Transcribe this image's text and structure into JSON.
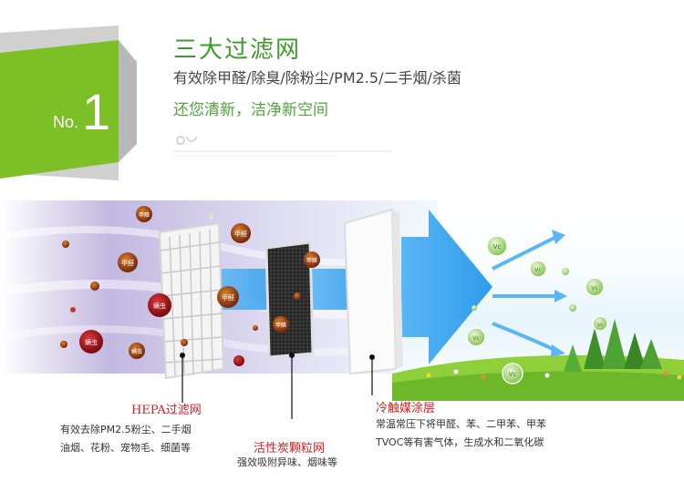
{
  "badge": {
    "prefix": "No.",
    "number": "1"
  },
  "header": {
    "title": "三大过滤网",
    "subtitle": "有效除甲醛/除臭/除粉尘/PM2.5/二手烟/杀菌",
    "slogan": "还您清新，洁净新空间"
  },
  "particles": {
    "formaldehyde": "甲醛",
    "mite": "螨虫"
  },
  "vc_label": "Vc",
  "filters": [
    {
      "title": "HEPA过滤网",
      "lines": [
        "有效去除PM2.5粉尘、二手烟",
        "油烟、花粉、宠物毛、细菌等"
      ]
    },
    {
      "title": "活性炭颗粒网",
      "lines": [
        "强效吸附异味、烟味等"
      ]
    },
    {
      "title": "冷触媒涂层",
      "lines": [
        "常温常压下将甲醛、苯、二甲苯、甲苯",
        "TVOC等有害气体，生成水和二氧化碳"
      ]
    }
  ],
  "colors": {
    "green": "#7dbf26",
    "gray": "#c9c9c9",
    "title_green": "#3e9a2e",
    "label_red": "#d42020",
    "arrow_blue": "#3aa8f0"
  }
}
